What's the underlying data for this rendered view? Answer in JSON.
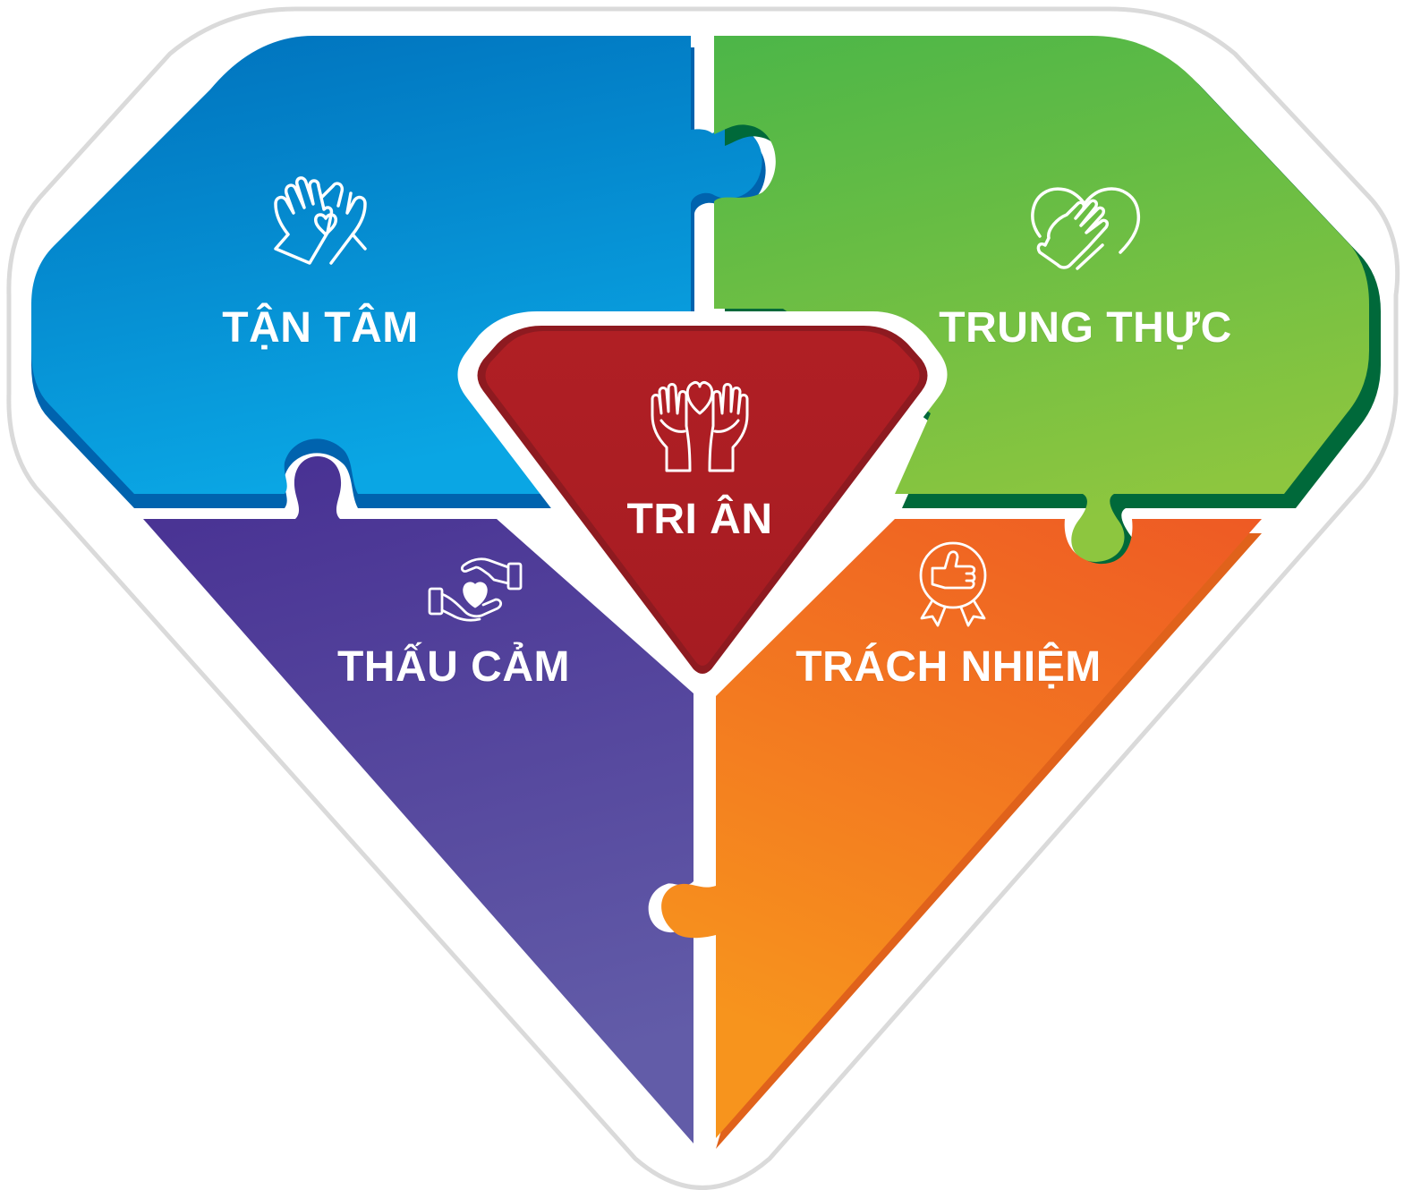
{
  "diagram": {
    "title": "Core values diamond",
    "pieces": [
      {
        "id": "tan-tam",
        "label": "TẬN TÂM",
        "icon": "hands-heart-icon",
        "position": "top-left",
        "color_start": "#0071BC",
        "color_end": "#0AA6E4",
        "edge_color": "#0063AE"
      },
      {
        "id": "trung-thuc",
        "label": "TRUNG THỰC",
        "icon": "hand-on-heart-icon",
        "position": "top-right",
        "color_start": "#4CB648",
        "color_end": "#8DC63F",
        "edge_color": "#00693A"
      },
      {
        "id": "tri-an",
        "label": "TRI ÂN",
        "icon": "open-hands-heart-icon",
        "position": "center",
        "color_start": "#B01F24",
        "color_end": "#A61C22",
        "edge_color": "#8E1A20"
      },
      {
        "id": "thau-cam",
        "label": "THẤU CẢM",
        "icon": "caring-hands-heart-icon",
        "position": "bottom-left",
        "color_start": "#472F92",
        "color_end": "#625CA8",
        "edge_color": "#3C2A86"
      },
      {
        "id": "trach-nhiem",
        "label": "TRÁCH NHIỆM",
        "icon": "thumbs-up-badge-icon",
        "position": "bottom-right",
        "color_start": "#EE5A24",
        "color_end": "#F7941D",
        "edge_color": "#E0621B"
      }
    ],
    "outline_color": "#DADADA",
    "gap_color": "#FFFFFF"
  }
}
